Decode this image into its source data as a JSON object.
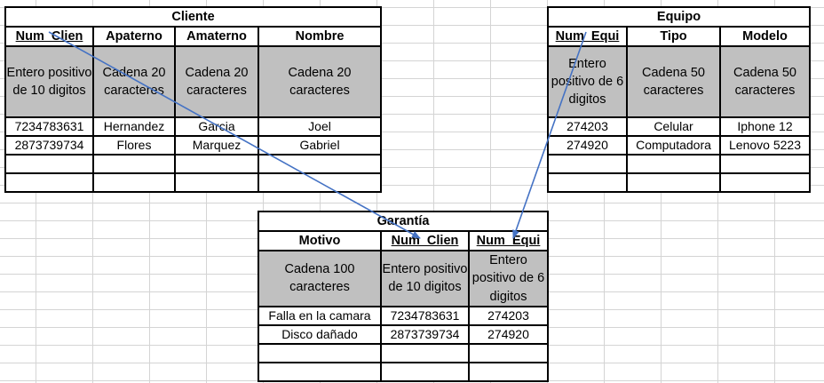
{
  "tables": {
    "cliente": {
      "title": "Cliente",
      "headers": [
        "Num_Clien",
        "Apaterno",
        "Amaterno",
        "Nombre"
      ],
      "types": [
        "Entero positivo de 10 digitos",
        "Cadena 20 caracteres",
        "Cadena 20 caracteres",
        "Cadena 20 caracteres"
      ],
      "rows": [
        [
          "7234783631",
          "Hernandez",
          "Garcia",
          "Joel"
        ],
        [
          "2873739734",
          "Flores",
          "Marquez",
          "Gabriel"
        ],
        [
          "",
          "",
          "",
          ""
        ],
        [
          "",
          "",
          "",
          ""
        ]
      ]
    },
    "equipo": {
      "title": "Equipo",
      "headers": [
        "Num_Equi",
        "Tipo",
        "Modelo"
      ],
      "types": [
        "Entero positivo de 6 digitos",
        "Cadena 50 caracteres",
        "Cadena 50 caracteres"
      ],
      "rows": [
        [
          "274203",
          "Celular",
          "Iphone 12"
        ],
        [
          "274920",
          "Computadora",
          "Lenovo 5223"
        ],
        [
          "",
          "",
          ""
        ],
        [
          "",
          "",
          ""
        ]
      ]
    },
    "garantia": {
      "title": "Garantía",
      "headers": [
        "Motivo",
        "Num_Clien",
        "Num_Equi"
      ],
      "types": [
        "Cadena 100 caracteres",
        "Entero positivo de 10 digitos",
        "Entero positivo de 6 digitos"
      ],
      "rows": [
        [
          "Falla en la camara",
          "7234783631",
          "274203"
        ],
        [
          "Disco dañado",
          "2873739734",
          "274920"
        ],
        [
          "",
          "",
          ""
        ],
        [
          "",
          "",
          ""
        ]
      ]
    }
  },
  "colors": {
    "type_row_fill": "#c0c0c0",
    "relation_arrow": "#4472c4",
    "border": "#000000",
    "sheet_grid": "#d4d4d4"
  }
}
